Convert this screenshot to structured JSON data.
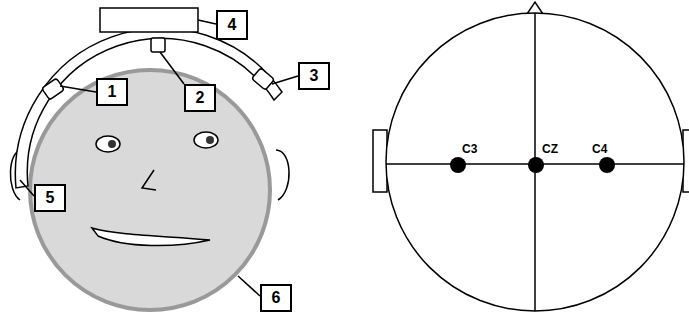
{
  "diagram": {
    "nodes": [
      {
        "text": [
          "4"
        ]
      },
      {
        "text": [
          "3"
        ]
      },
      {
        "text": [
          "1"
        ]
      },
      {
        "text": [
          "2"
        ]
      },
      {
        "text": [
          "5"
        ]
      },
      {
        "text": [
          "6"
        ]
      }
    ],
    "labels": [
      "C3",
      "CZ",
      "C4"
    ]
  }
}
